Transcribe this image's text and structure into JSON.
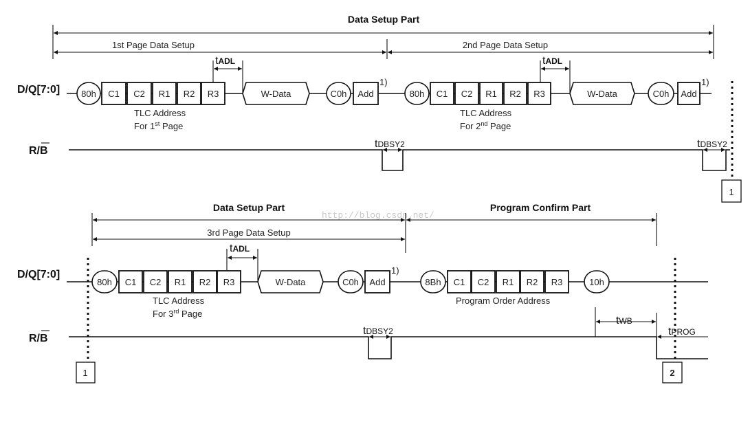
{
  "top": {
    "title": "Data Setup Part",
    "page1_label": "1st Page Data Setup",
    "page2_label": "2nd Page Data Setup",
    "page1_cycles": [
      "80h",
      "C1",
      "C2",
      "R1",
      "R2",
      "R3",
      "W-Data",
      "C0h",
      "Add"
    ],
    "page2_cycles": [
      "80h",
      "C1",
      "C2",
      "R1",
      "R2",
      "R3",
      "W-Data",
      "C0h",
      "Add"
    ],
    "note": "1)",
    "addr1": {
      "line1": "TLC Address",
      "pre": "For 1",
      "sup": "st",
      "post": " Page"
    },
    "addr2": {
      "line1": "TLC Address",
      "pre": "For 2",
      "sup": "nd",
      "post": " Page"
    },
    "connector": "1"
  },
  "bottom": {
    "title_setup": "Data Setup Part",
    "title_confirm": "Program Confirm Part",
    "page3_label": "3rd Page Data Setup",
    "cycles": [
      "80h",
      "C1",
      "C2",
      "R1",
      "R2",
      "R3",
      "W-Data",
      "C0h",
      "Add",
      "8Bh",
      "C1",
      "C2",
      "R1",
      "R2",
      "R3",
      "10h"
    ],
    "note": "1)",
    "addr3": {
      "line1": "TLC Address",
      "pre": "For 3",
      "sup": "rd",
      "post": " Page"
    },
    "program_addr": "Program Order Address",
    "connector_in": "1",
    "connector_out": "2",
    "watermark": "http://blog.csdn.net/"
  },
  "signals": {
    "dq": "D/Q[7:0]",
    "rb_prefix": "R/",
    "rb_bar": "B"
  },
  "timing": {
    "t": "t",
    "adl": "ADL",
    "dbsy2": "DBSY2",
    "wb": "WB",
    "prog": "PROG"
  }
}
